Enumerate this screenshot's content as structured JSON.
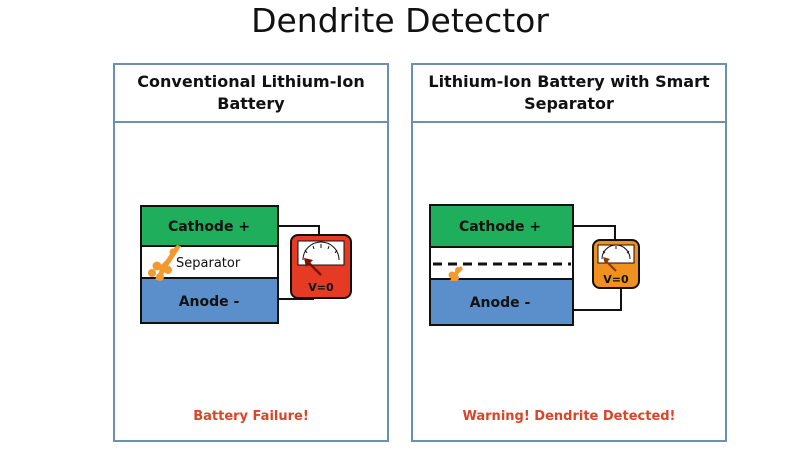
{
  "title": "Dendrite Detector",
  "panels": [
    {
      "heading": "Conventional Lithium-Ion Battery",
      "cathode_label": "Cathode +",
      "separator_label": "Separator",
      "anode_label": "Anode -",
      "meter_reading": "V=0",
      "status": "Battery Failure!"
    },
    {
      "heading": "Lithium-Ion Battery with Smart Separator",
      "cathode_label": "Cathode +",
      "anode_label": "Anode -",
      "meter_reading": "V=0",
      "status": "Warning! Dendrite Detected!"
    }
  ],
  "colors": {
    "cathode": "#1fae5b",
    "anode": "#5b8fcb",
    "meter_alarm": "#e53a24",
    "meter_warning": "#f0901e",
    "dendrite": "#f39a2e",
    "status_text": "#d9442a",
    "panel_border": "#6e8fb4"
  }
}
